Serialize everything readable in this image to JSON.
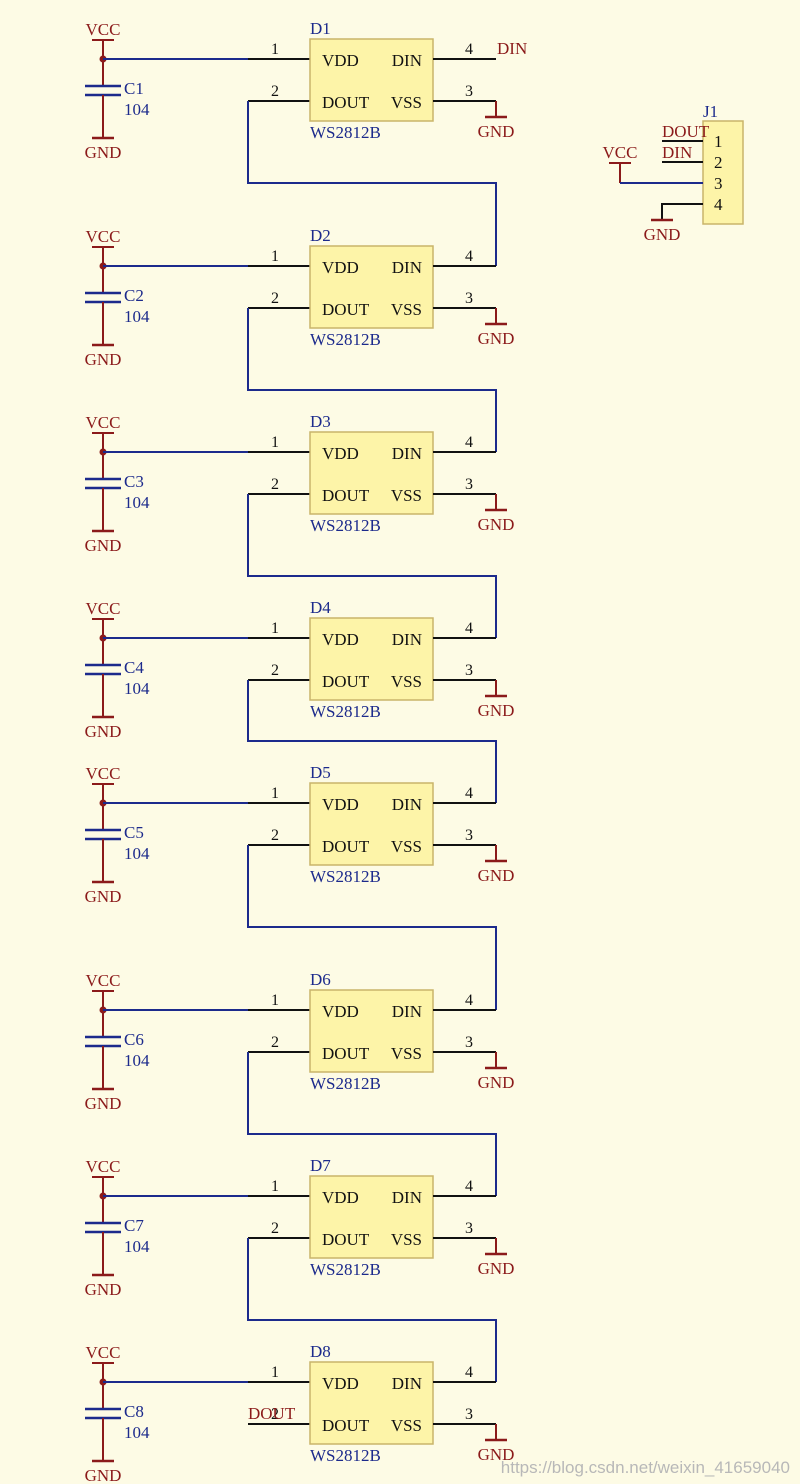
{
  "colors": {
    "background": "#fdfbe5",
    "wire": "#1c2a8c",
    "pin": "#111111",
    "power": "#8b1a1a",
    "chip_fill": "#fdf4a8",
    "chip_border": "#c9b46a",
    "label_blue": "#1c2a8c"
  },
  "power": {
    "vcc": "VCC",
    "gnd": "GND"
  },
  "chip": {
    "part": "WS2812B",
    "pins": [
      {
        "num": "1",
        "name": "VDD"
      },
      {
        "num": "2",
        "name": "DOUT"
      },
      {
        "num": "3",
        "name": "VSS"
      },
      {
        "num": "4",
        "name": "DIN"
      }
    ]
  },
  "stages": [
    {
      "ref": "D1",
      "cap": "C1",
      "cap_value": "104"
    },
    {
      "ref": "D2",
      "cap": "C2",
      "cap_value": "104"
    },
    {
      "ref": "D3",
      "cap": "C3",
      "cap_value": "104"
    },
    {
      "ref": "D4",
      "cap": "C4",
      "cap_value": "104"
    },
    {
      "ref": "D5",
      "cap": "C5",
      "cap_value": "104"
    },
    {
      "ref": "D6",
      "cap": "C6",
      "cap_value": "104"
    },
    {
      "ref": "D7",
      "cap": "C7",
      "cap_value": "104"
    },
    {
      "ref": "D8",
      "cap": "C8",
      "cap_value": "104"
    }
  ],
  "net_labels": {
    "first_in": "DIN",
    "last_out": "DOUT"
  },
  "connector": {
    "ref": "J1",
    "pins": [
      "1",
      "2",
      "3",
      "4"
    ],
    "nets": [
      "DOUT",
      "DIN",
      "VCC",
      "GND"
    ]
  },
  "watermark": "https://blog.csdn.net/weixin_41659040"
}
